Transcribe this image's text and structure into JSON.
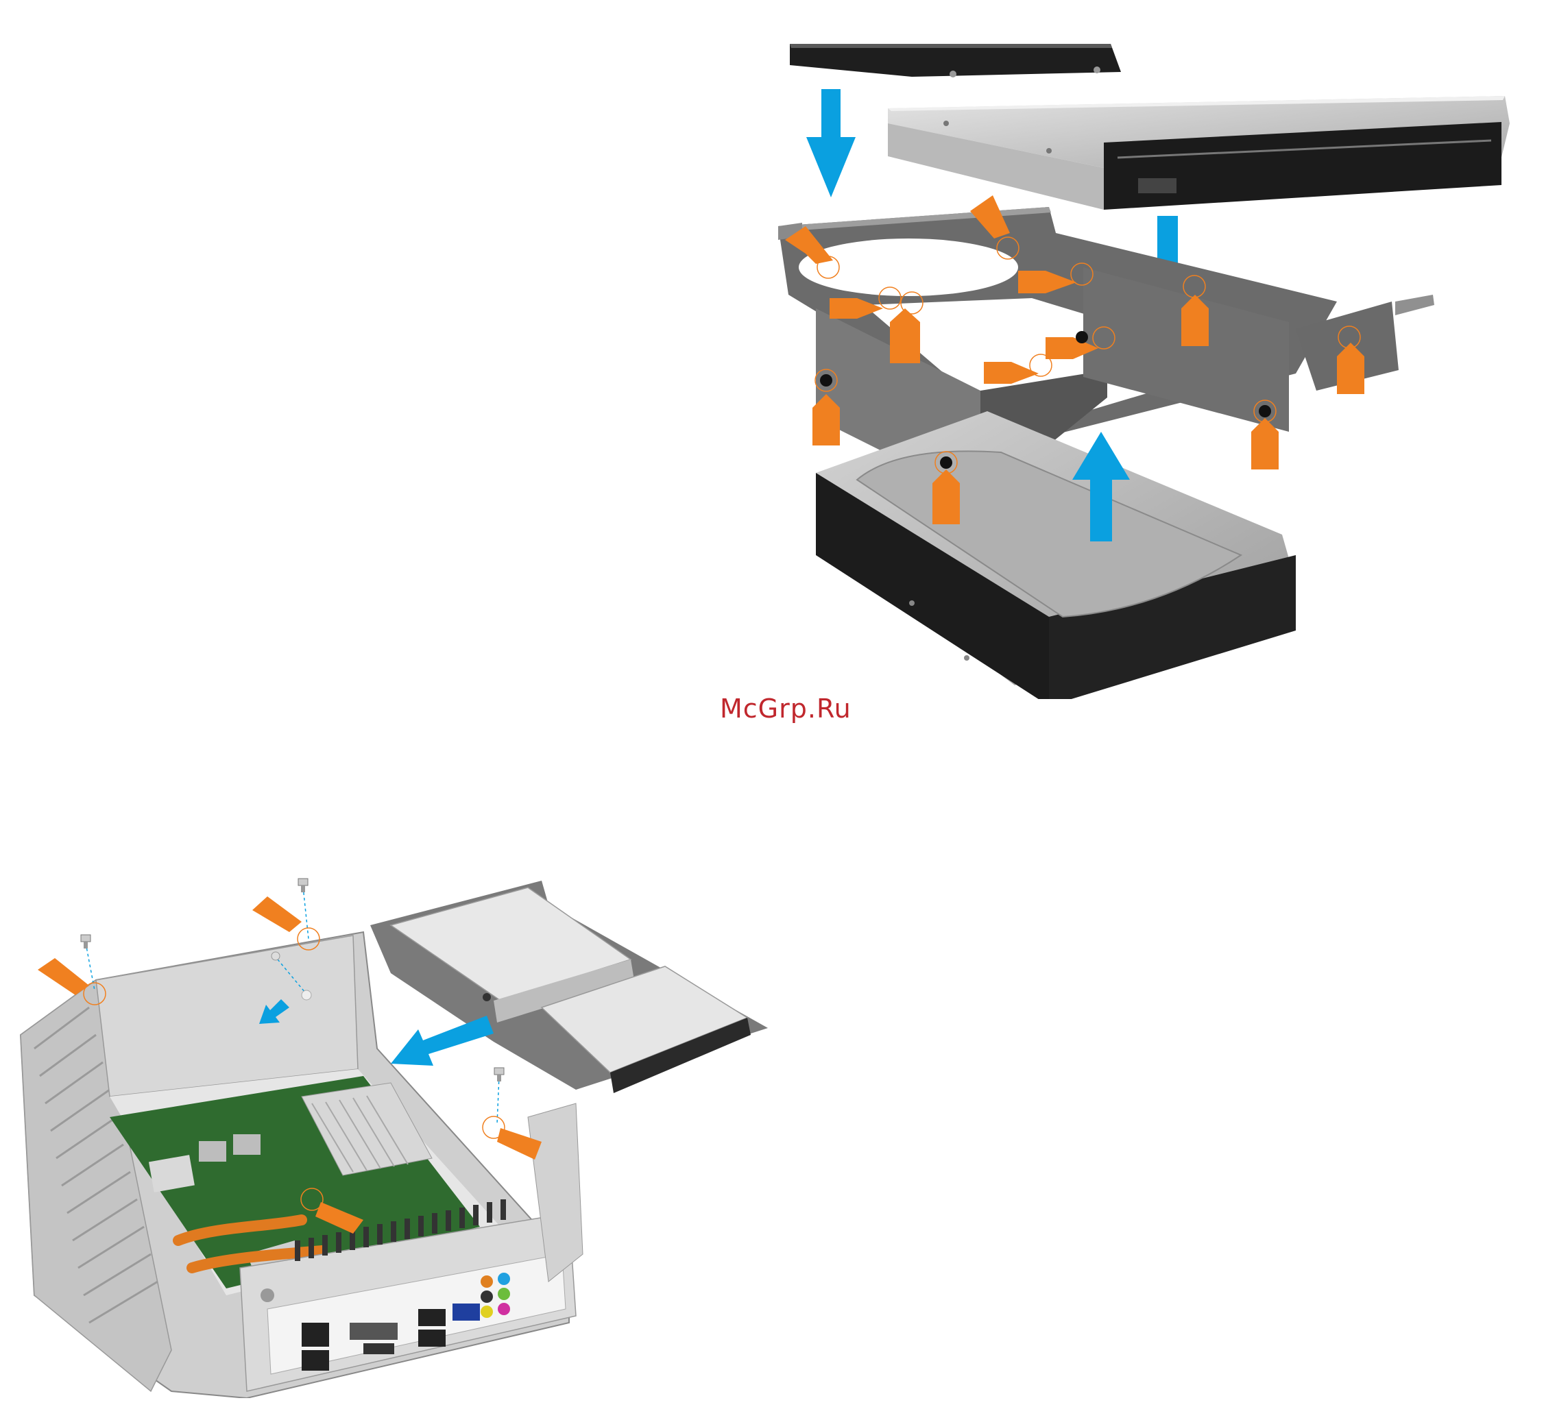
{
  "watermark": {
    "text": "McGrp.Ru"
  },
  "colors": {
    "install_arrow": "#0aa0e0",
    "screw_marker": "#f08020",
    "screw_ring": "#f08020",
    "bracket_metal": "#707070",
    "drive_black": "#1a1a1a",
    "drive_silver": "#c8c8c8",
    "pcb_green": "#2f6b2f",
    "heatpipe": "#e07a20",
    "chassis_grey": "#bdbdbd"
  },
  "figures": [
    {
      "id": "drive-bracket-assembly",
      "parts": [
        "slim-drive",
        "optical-drive",
        "drive-bracket",
        "hard-drive"
      ],
      "install_arrows": 3,
      "screw_markers": 14
    },
    {
      "id": "chassis-bracket-install",
      "parts": [
        "chassis",
        "motherboard",
        "heatpipes",
        "drive-bracket-with-drives",
        "io-panel"
      ],
      "install_arrows": 2,
      "screw_markers": 4
    }
  ]
}
